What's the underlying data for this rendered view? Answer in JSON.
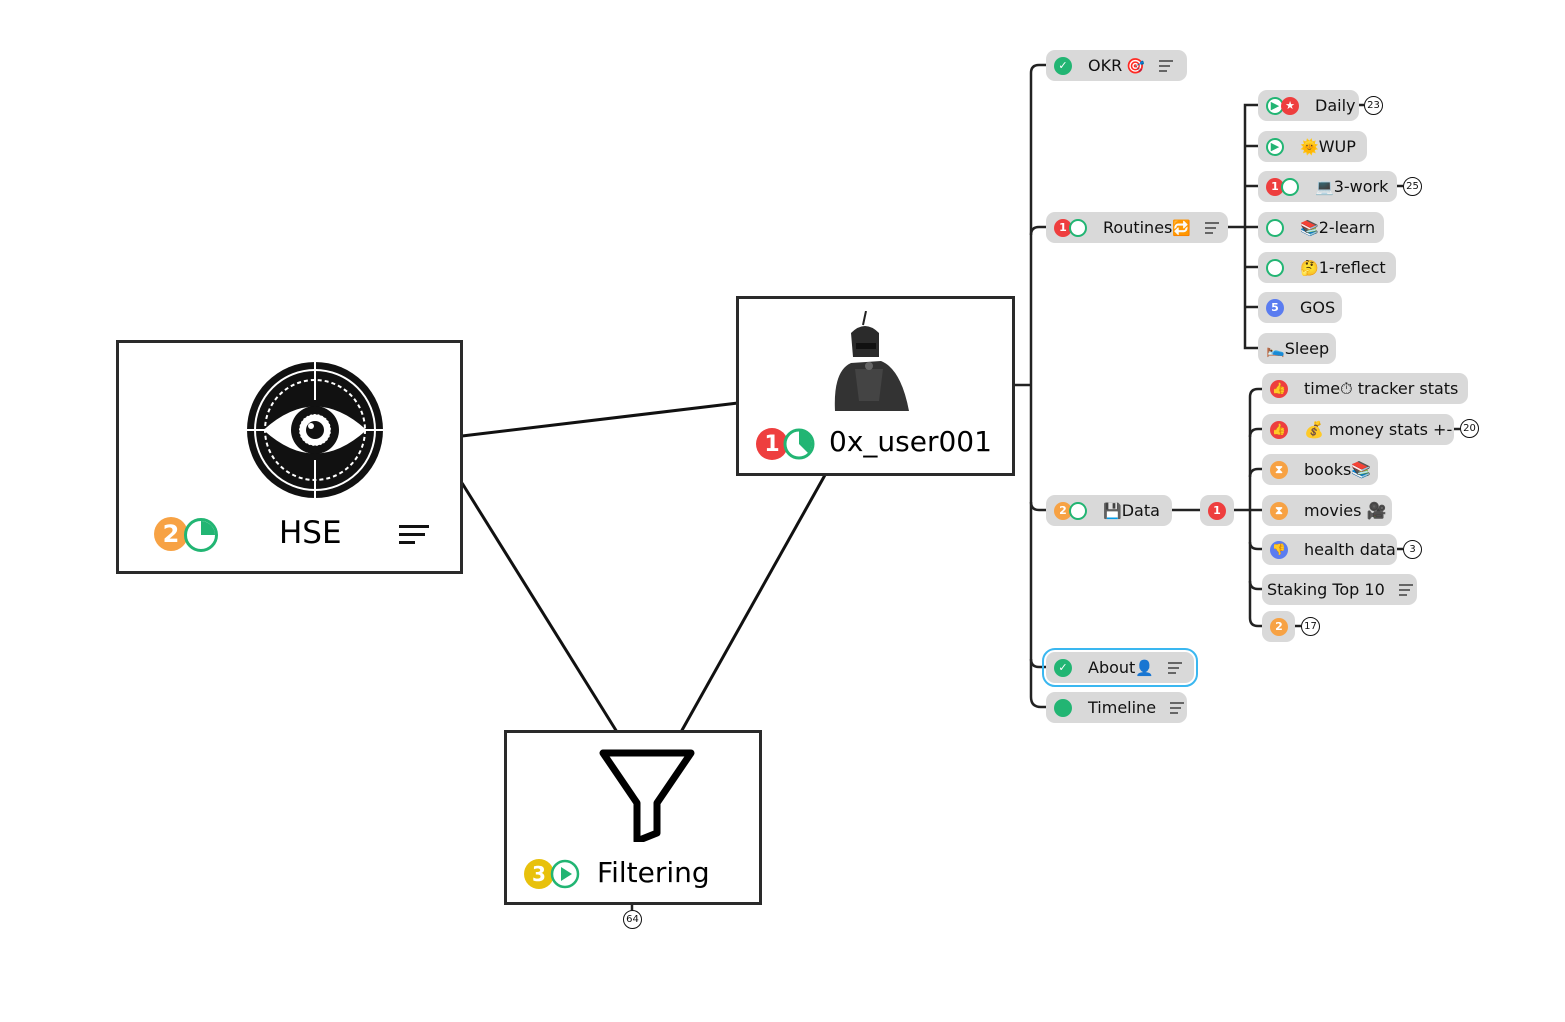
{
  "central_nodes": {
    "hse": {
      "title": "HSE",
      "priority": "2",
      "progress_icon": "progress-quarter-icon",
      "image": "circuit-eye-logo",
      "has_notes": true
    },
    "user": {
      "title": "0x_user001",
      "priority": "1",
      "progress_icon": "progress-five-eighths-icon",
      "image": "armored-knight-avatar"
    },
    "filtering": {
      "title": "Filtering",
      "priority": "3",
      "progress_icon": "play-icon",
      "image": "funnel-icon",
      "collapsed_count": "64"
    }
  },
  "branches": {
    "okr": {
      "label": "OKR",
      "emoji": "🎯",
      "icons": [
        "check-icon"
      ],
      "has_notes": true
    },
    "routines": {
      "label": "Routines",
      "emoji": "🔁",
      "icons": [
        "priority-1-icon",
        "progress-icon"
      ],
      "has_notes": true,
      "children": [
        {
          "label": "Daily",
          "emoji": "",
          "icons": [
            "play-icon",
            "star-icon"
          ],
          "count": "23"
        },
        {
          "label": "WUP",
          "emoji": "🌞",
          "icons": [
            "play-icon"
          ]
        },
        {
          "label": "3-work",
          "emoji": "💻",
          "icons": [
            "priority-1-icon",
            "half-progress-icon"
          ],
          "count": "25"
        },
        {
          "label": "2-learn",
          "emoji": "📚",
          "icons": [
            "quarter-progress-icon"
          ]
        },
        {
          "label": "1-reflect",
          "emoji": "🤔",
          "icons": [
            "half-progress-icon"
          ]
        },
        {
          "label": "GOS",
          "emoji": "",
          "icons": [
            "priority-5-icon"
          ]
        },
        {
          "label": "Sleep",
          "emoji": "🛌",
          "icons": []
        }
      ]
    },
    "data": {
      "label": "Data",
      "emoji": "💾",
      "icons": [
        "priority-2-icon",
        "progress-icon"
      ],
      "sub": {
        "priority": "1"
      },
      "children": [
        {
          "label": "time⏱ tracker stats",
          "icons": [
            "thumbs-up-icon"
          ]
        },
        {
          "label": "💰 money stats +-",
          "icons": [
            "thumbs-up-icon"
          ],
          "count": "20"
        },
        {
          "label": "books📚",
          "icons": [
            "hourglass-icon"
          ]
        },
        {
          "label": "movies 🎥",
          "icons": [
            "hourglass-icon"
          ]
        },
        {
          "label": "health data",
          "icons": [
            "thumbs-down-icon"
          ],
          "count": "3"
        },
        {
          "label": "Staking Top 10",
          "icons": [],
          "has_notes": true
        },
        {
          "label": "",
          "icons": [
            "priority-2-icon"
          ],
          "count": "17"
        }
      ]
    },
    "about": {
      "label": "About",
      "emoji": "👤",
      "icons": [
        "check-icon"
      ],
      "has_notes": true,
      "selected": true
    },
    "timeline": {
      "label": "Timeline",
      "icons": [
        "progress-icon"
      ],
      "has_notes": true
    }
  }
}
